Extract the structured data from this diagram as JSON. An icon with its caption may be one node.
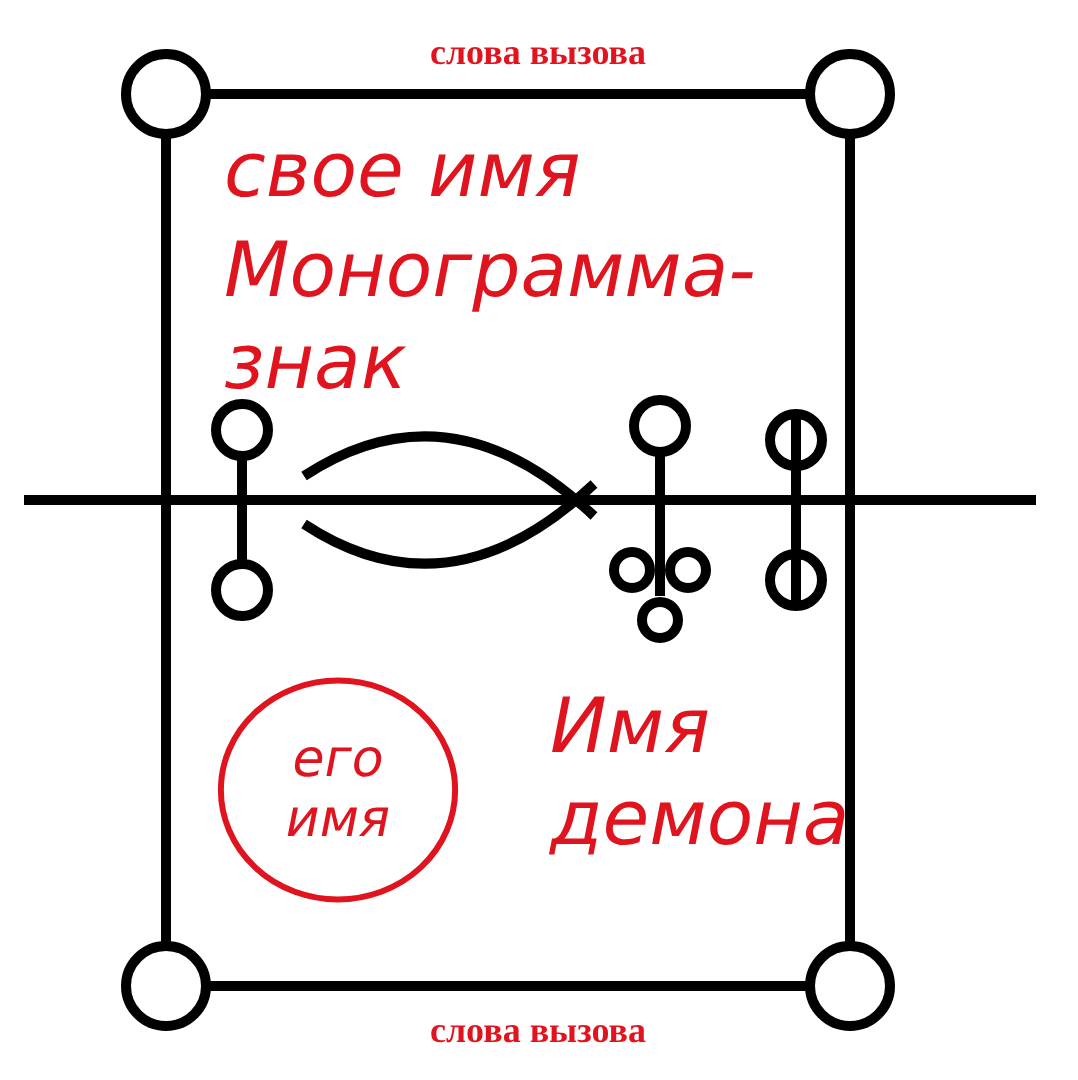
{
  "diagram": {
    "nodes": [
      {
        "text": [
          "его имя"
        ]
      }
    ],
    "edges": [],
    "labels": [
      "слова вызова",
      "свое имя",
      "Монограмма-знак",
      "Имя демона",
      "слова вызова"
    ]
  }
}
